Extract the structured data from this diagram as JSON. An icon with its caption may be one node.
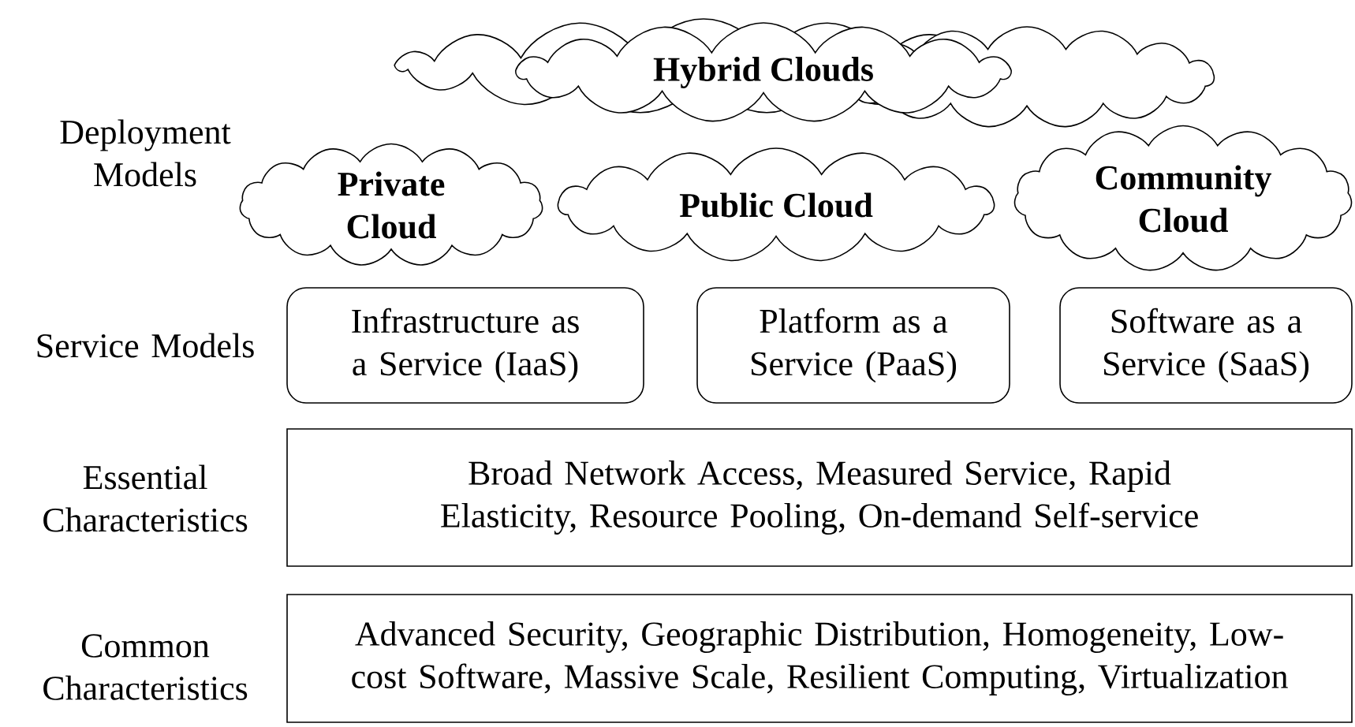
{
  "diagram": {
    "nodes": [
      {
        "text": [
          "Hybrid Clouds"
        ]
      },
      {
        "text": [
          "Private Cloud"
        ]
      },
      {
        "text": [
          "Public Cloud"
        ]
      },
      {
        "text": [
          "Community Cloud"
        ]
      },
      {
        "text": [
          "Infrastructure as a Service (IaaS)"
        ]
      },
      {
        "text": [
          "Platform as a Service (PaaS)"
        ]
      },
      {
        "text": [
          "Software as a Service (SaaS)"
        ]
      },
      {
        "text": [
          "Broad Network Access, Measured Service, Rapid Elasticity, Resource Pooling, On-demand Self-service"
        ]
      },
      {
        "text": [
          "Advanced Security, Geographic Distribution, Homogeneity, Low-cost Software, Massive Scale, Resilient Computing, Virtualization"
        ]
      }
    ],
    "labels": [
      "Deployment Models",
      "Service Models",
      "Essential Characteristics",
      "Common Characteristics"
    ]
  }
}
